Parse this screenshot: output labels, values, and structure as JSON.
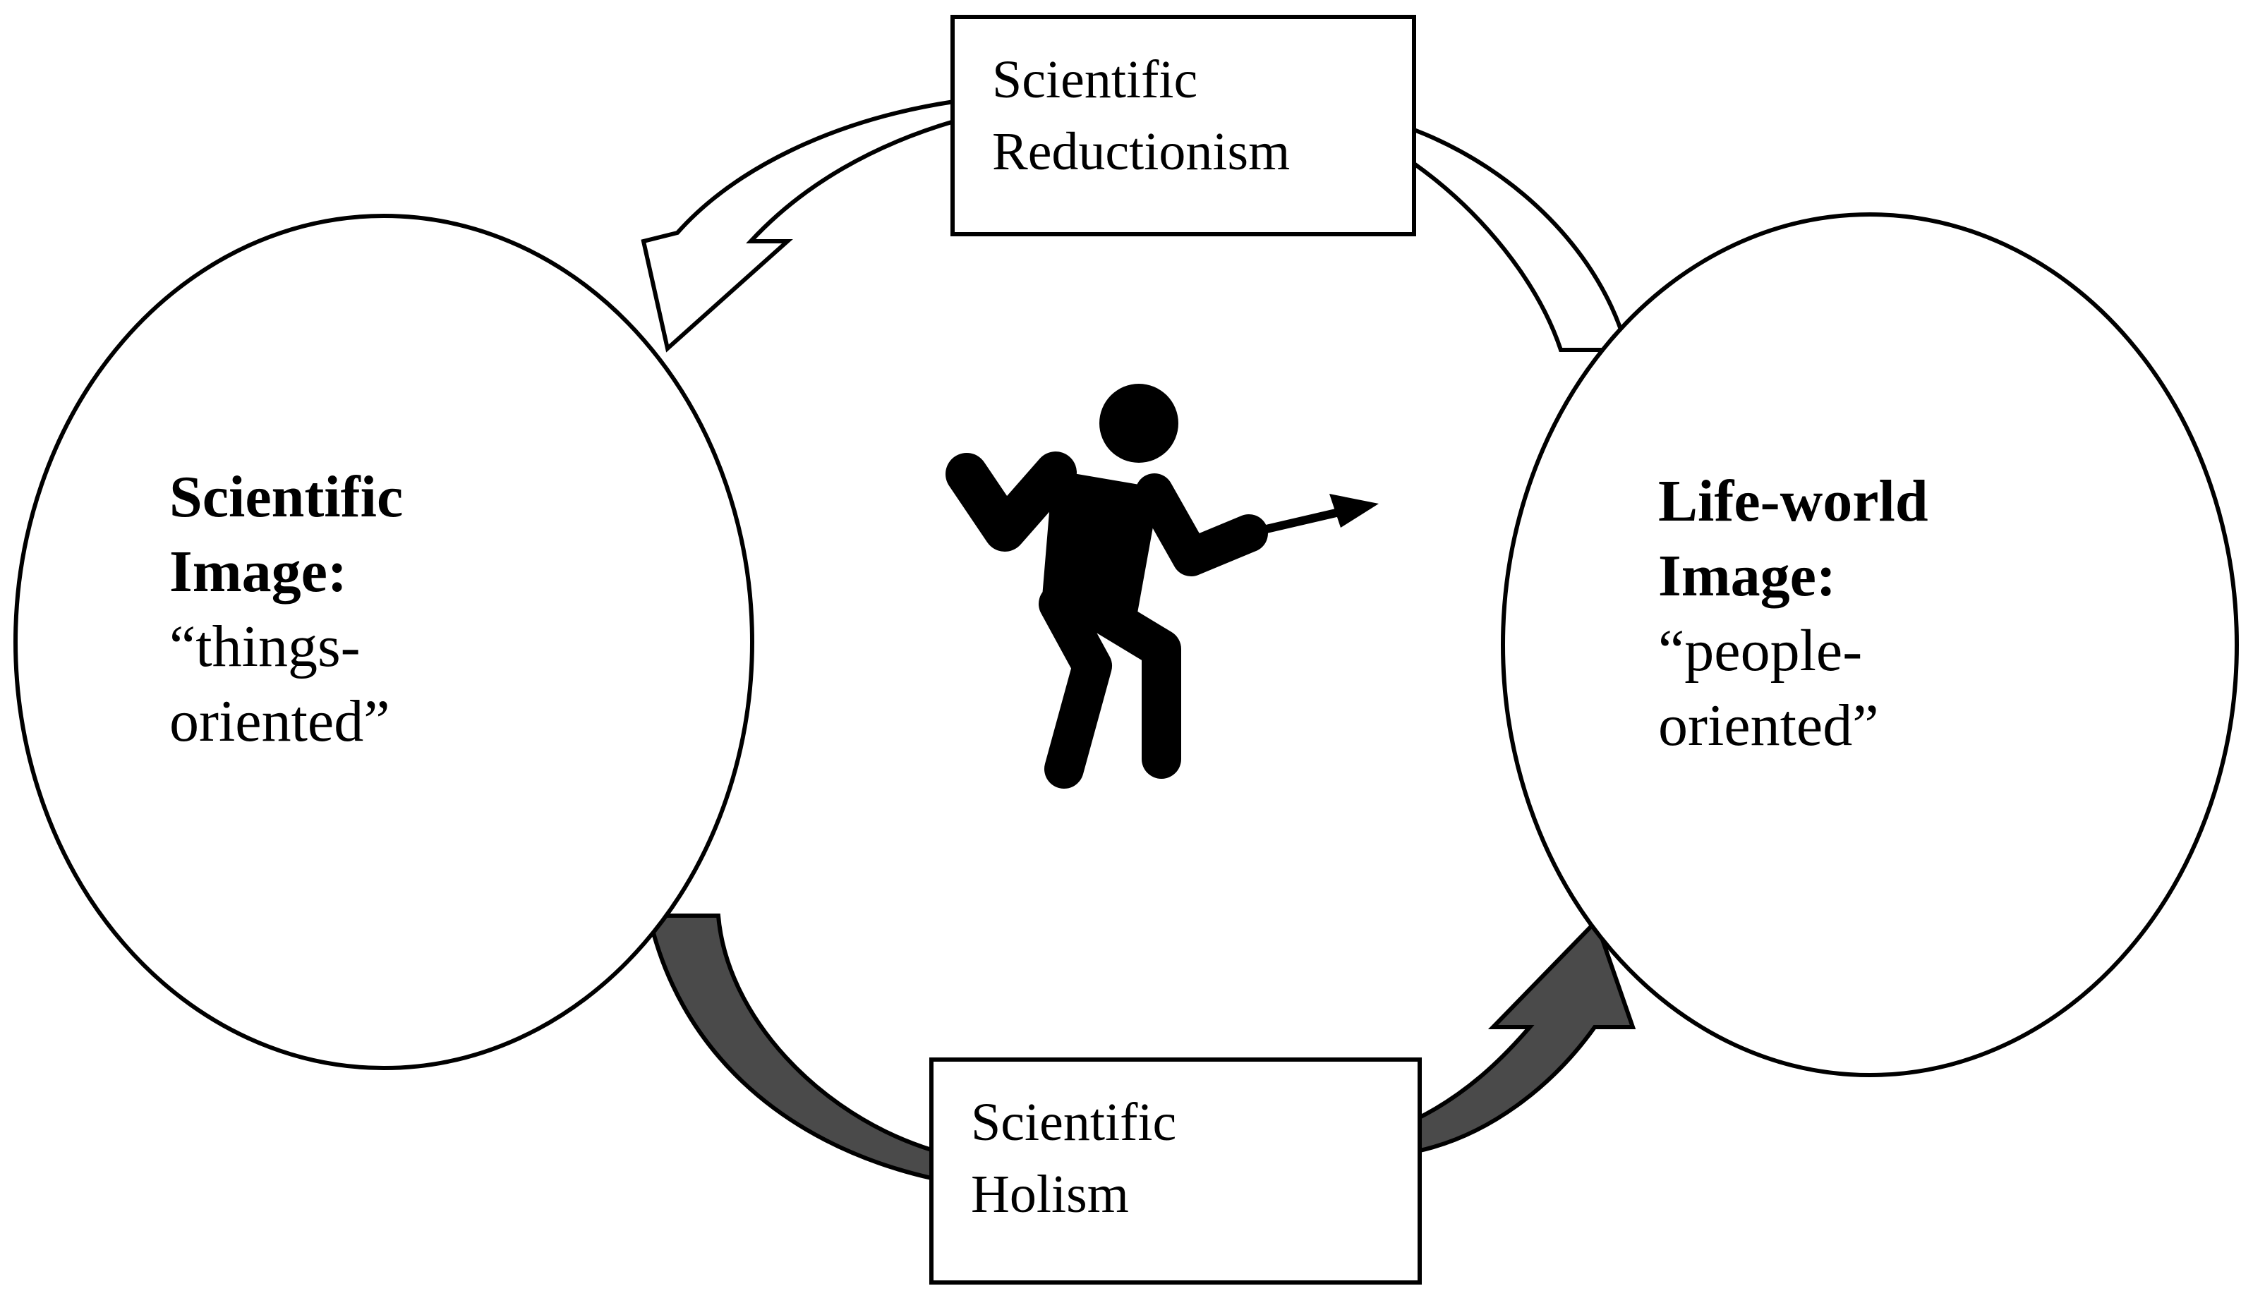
{
  "left_ellipse": {
    "title_line1": "Scientific",
    "title_line2": "Image:",
    "subtitle_line1": "“things-",
    "subtitle_line2": "oriented”"
  },
  "right_ellipse": {
    "title_line1": "Life-world",
    "title_line2": "Image:",
    "subtitle_line1": "“people-",
    "subtitle_line2": "oriented”"
  },
  "top_box": {
    "line1": "Scientific",
    "line2": "Reductionism"
  },
  "bottom_box": {
    "line1": "Scientific",
    "line2": "Holism"
  },
  "colors": {
    "stroke": "#000000",
    "dark_arrow_fill": "#4a4a4a",
    "light_arrow_fill": "#ffffff",
    "figure_fill": "#000000"
  },
  "icons": {
    "center_figure": "person-with-arrow-icon"
  }
}
